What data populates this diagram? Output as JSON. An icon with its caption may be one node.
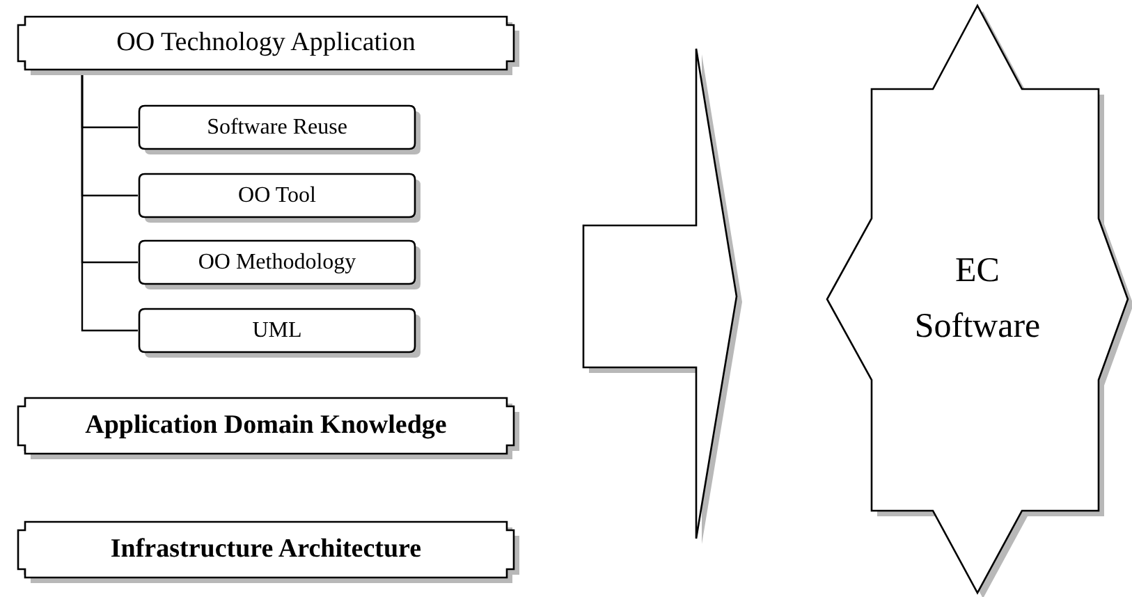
{
  "diagram": {
    "nodes": [
      {
        "text": [
          "OO Technology Application"
        ]
      },
      {
        "text": [
          "Software Reuse"
        ]
      },
      {
        "text": [
          "OO Tool"
        ]
      },
      {
        "text": [
          "OO Methodology"
        ]
      },
      {
        "text": [
          "UML"
        ]
      },
      {
        "text": [
          "Application Domain Knowledge"
        ]
      },
      {
        "text": [
          "Infrastructure Architecture"
        ]
      },
      {
        "text": [],
        "shape": "arrow"
      },
      {
        "text": [
          "EC Software"
        ]
      }
    ],
    "edges": [
      {
        "from": 0,
        "to": 1,
        "arrow": "none"
      },
      {
        "from": 0,
        "to": 2,
        "arrow": "none"
      },
      {
        "from": 0,
        "to": 3,
        "arrow": "none"
      },
      {
        "from": 0,
        "to": 4,
        "arrow": "none"
      }
    ]
  }
}
